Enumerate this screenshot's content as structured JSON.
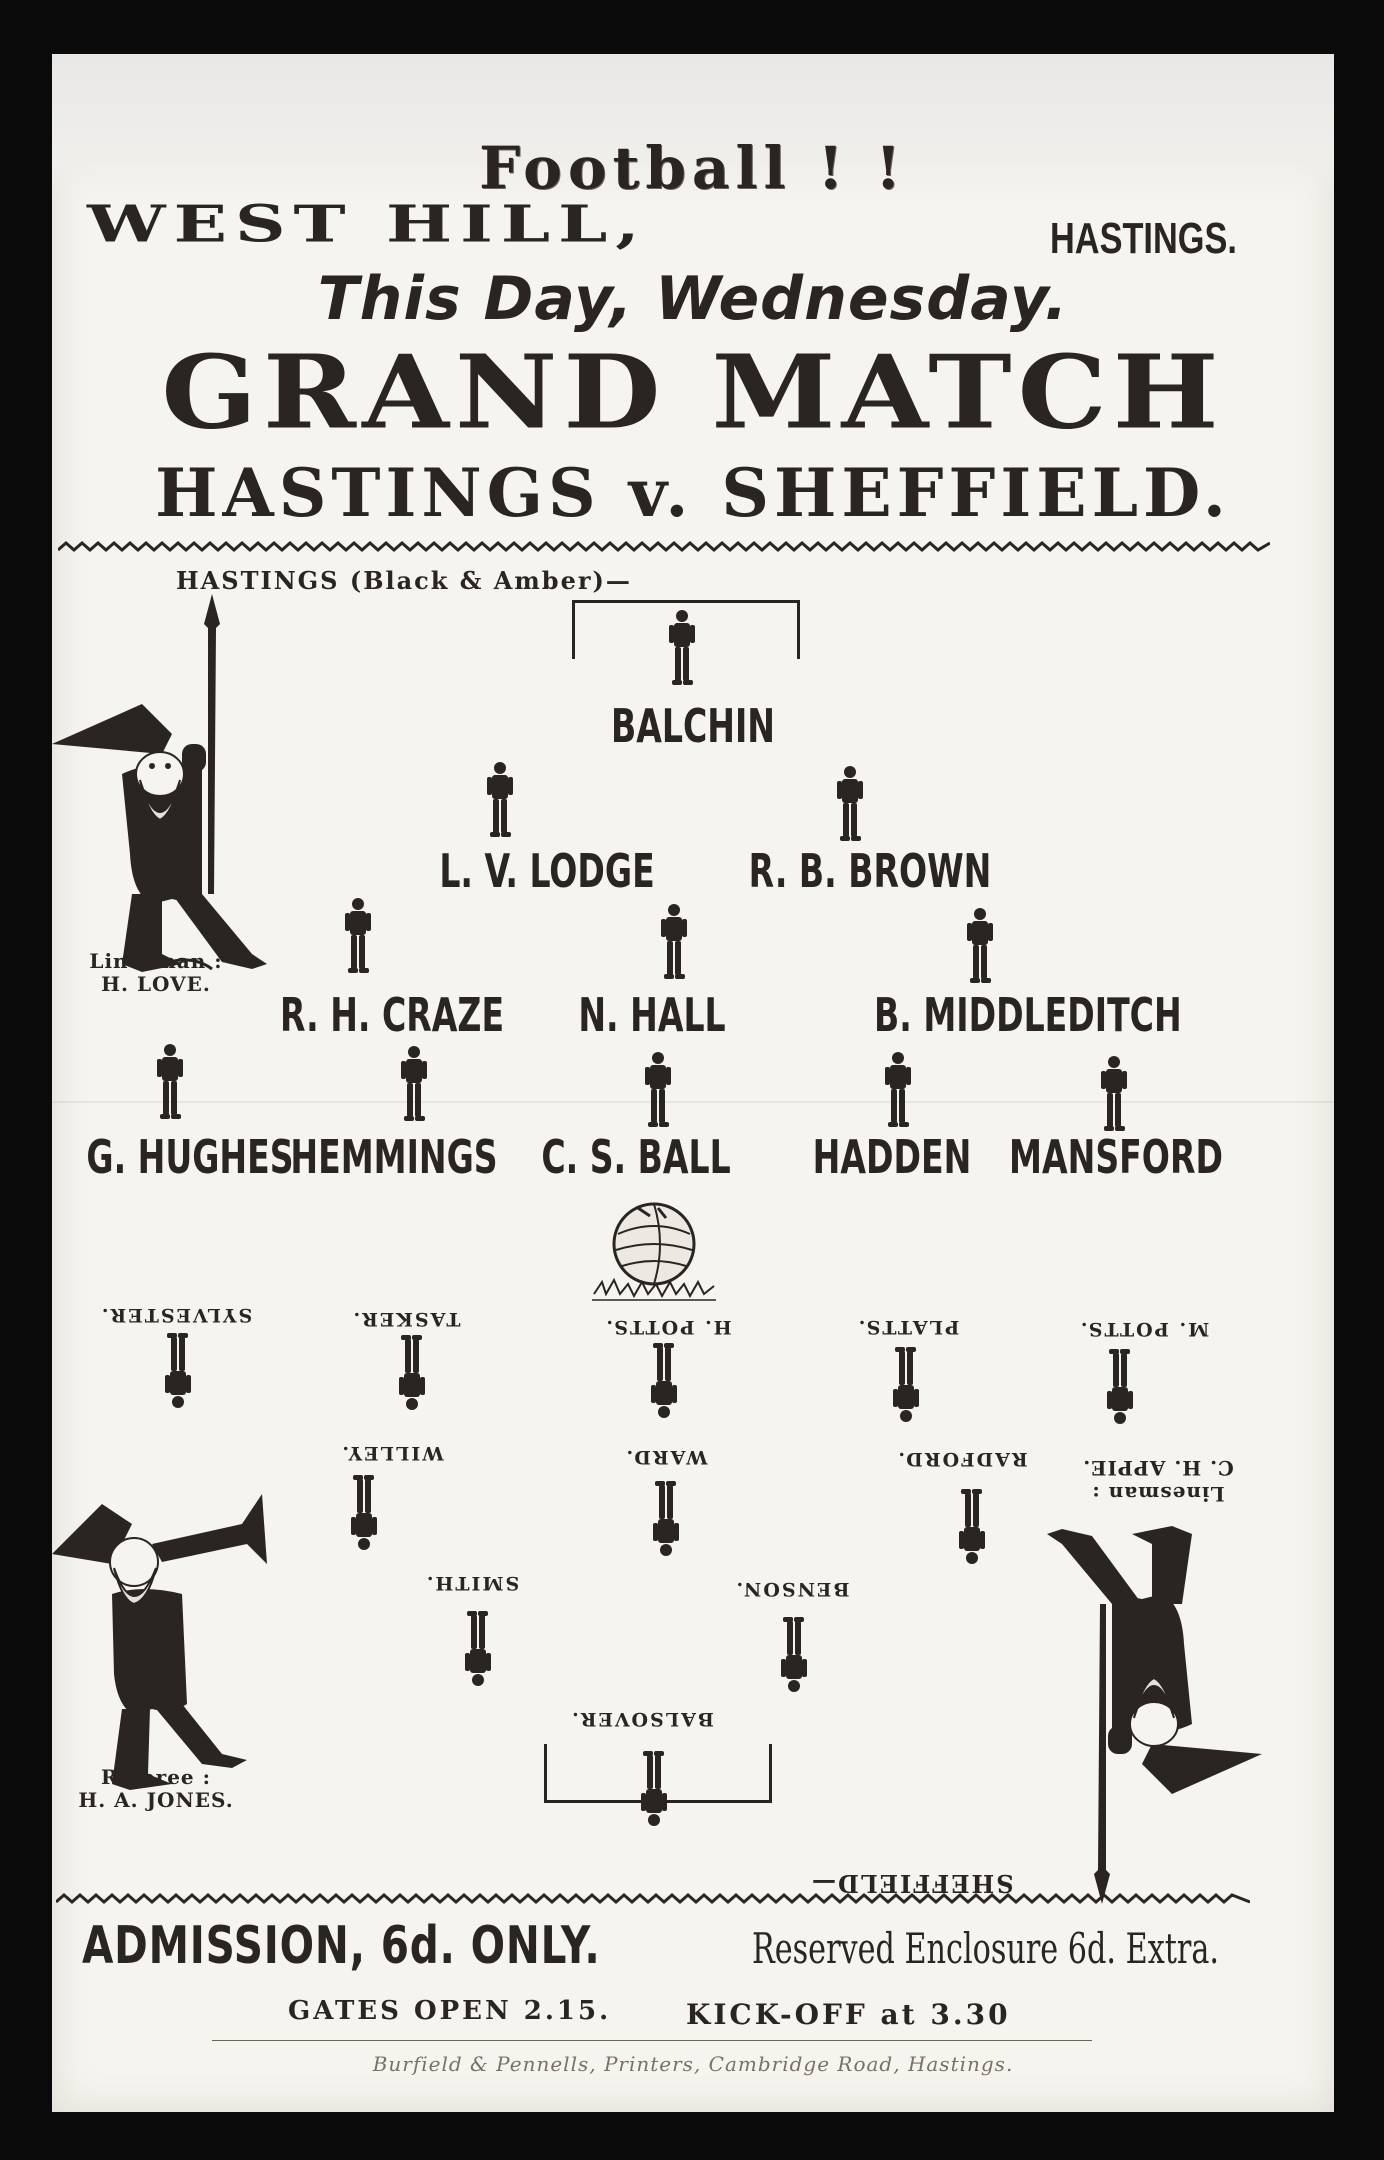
{
  "header": {
    "football": "Football ! !",
    "venue": "WEST HILL,",
    "town": "HASTINGS.",
    "day": "This Day, Wednesday.",
    "event": "GRAND MATCH",
    "fixture": "HASTINGS v. SHEFFIELD."
  },
  "hastings": {
    "team_label": "HASTINGS (Black & Amber)—",
    "goalkeeper": "BALCHIN",
    "backs": [
      "L. V. LODGE",
      "R. B. BROWN"
    ],
    "half_backs": [
      "R. H. CRAZE",
      "N. HALL",
      "B. MIDDLEDITCH"
    ],
    "forwards": [
      "G. HUGHES",
      "HEMMINGS",
      "C. S. BALL",
      "HADDEN",
      "MANSFORD"
    ],
    "linesman_title": "Linesman :",
    "linesman_name": "H. LOVE."
  },
  "sheffield": {
    "team_label": "SHEFFIELD—",
    "forwards": [
      "SYLVESTER.",
      "TASKER.",
      "H. POTTS.",
      "PLATTS.",
      "M. POTTS."
    ],
    "half_backs": [
      "WILLEY.",
      "WARD.",
      "RADFORD."
    ],
    "backs": [
      "SMITH.",
      "BENSON."
    ],
    "goalkeeper": "BALSOVER.",
    "linesman_title": "Linesman :",
    "linesman_name": "C. H. APPIE."
  },
  "referee": {
    "title": "Referee :",
    "name": "H. A. JONES."
  },
  "footer": {
    "admission": "ADMISSION, 6d. ONLY.",
    "reserved": "Reserved Enclosure 6d. Extra.",
    "gates": "GATES OPEN 2.15.",
    "kickoff": "KICK-OFF at 3.30",
    "printer": "Burfield & Pennells, Printers, Cambridge Road, Hastings."
  },
  "icons": [
    "gnome-spear-icon",
    "gnome-trumpet-icon",
    "football-icon",
    "player-figure-icon"
  ],
  "colors": {
    "paper": "#f6f4ef",
    "ink": "#2a2522",
    "background": "#0a0a0a"
  }
}
